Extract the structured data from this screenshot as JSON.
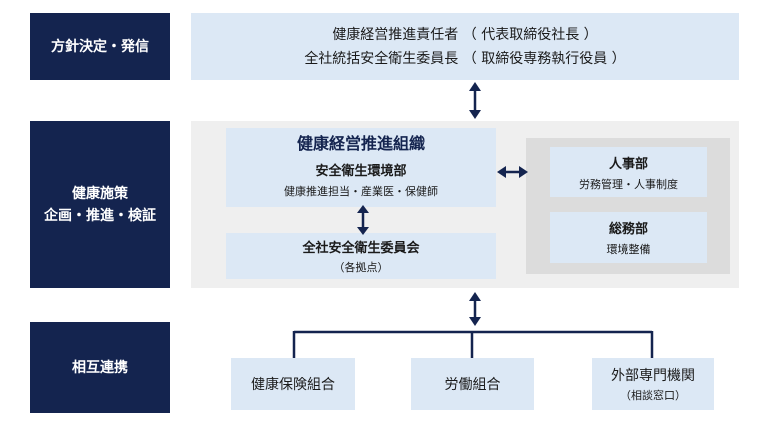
{
  "left_labels": {
    "policy": "方針決定・発信",
    "health_line1": "健康施策",
    "health_line2": "企画・推進・検証",
    "mutual": "相互連携"
  },
  "top_box": {
    "line1": "健康経営推進責任者 （ 代表取締役社長 ）",
    "line2": "全社統括安全衛生委員長 （ 取締役専務執行役員 ）"
  },
  "org": {
    "title": "健康経営推進組織",
    "env_dept_name": "安全衛生環境部",
    "env_dept_desc": "健康推進担当・産業医・保健師",
    "committee_name": "全社安全衛生委員会",
    "committee_sub": "（各拠点）",
    "hr_name": "人事部",
    "hr_desc": "労務管理・人事制度",
    "ga_name": "総務部",
    "ga_desc": "環境整備"
  },
  "partners": {
    "insurance": "健康保険組合",
    "union": "労働組合",
    "external": "外部専門機関",
    "external_sub": "（相談窓口）"
  },
  "colors": {
    "navy": "#14244f",
    "light_blue": "#dce8f5",
    "band_gray": "#efefef",
    "panel_gray": "#dcdcdc"
  }
}
